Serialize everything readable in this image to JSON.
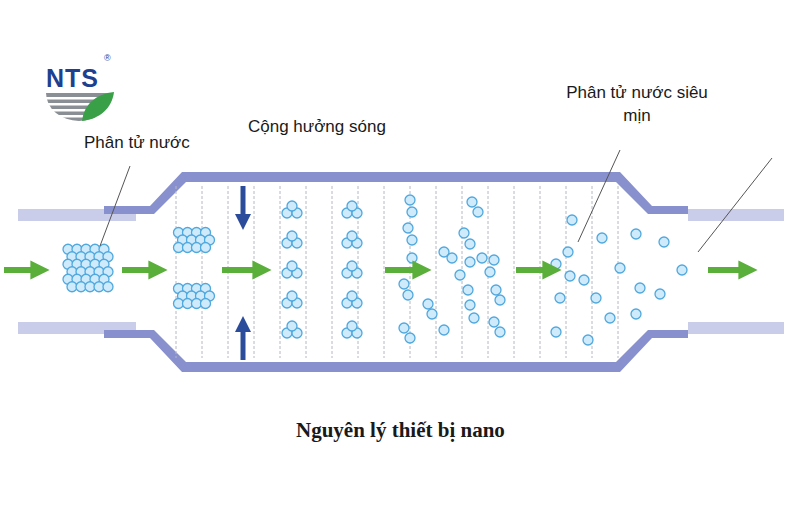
{
  "diagram": {
    "caption": "Nguyên lý thiết bị nano",
    "labels": [
      "NTS",
      "®",
      "Phân tử nước",
      "Cộng hưởng sóng",
      "Phân tử nước siêu mịn"
    ]
  }
}
